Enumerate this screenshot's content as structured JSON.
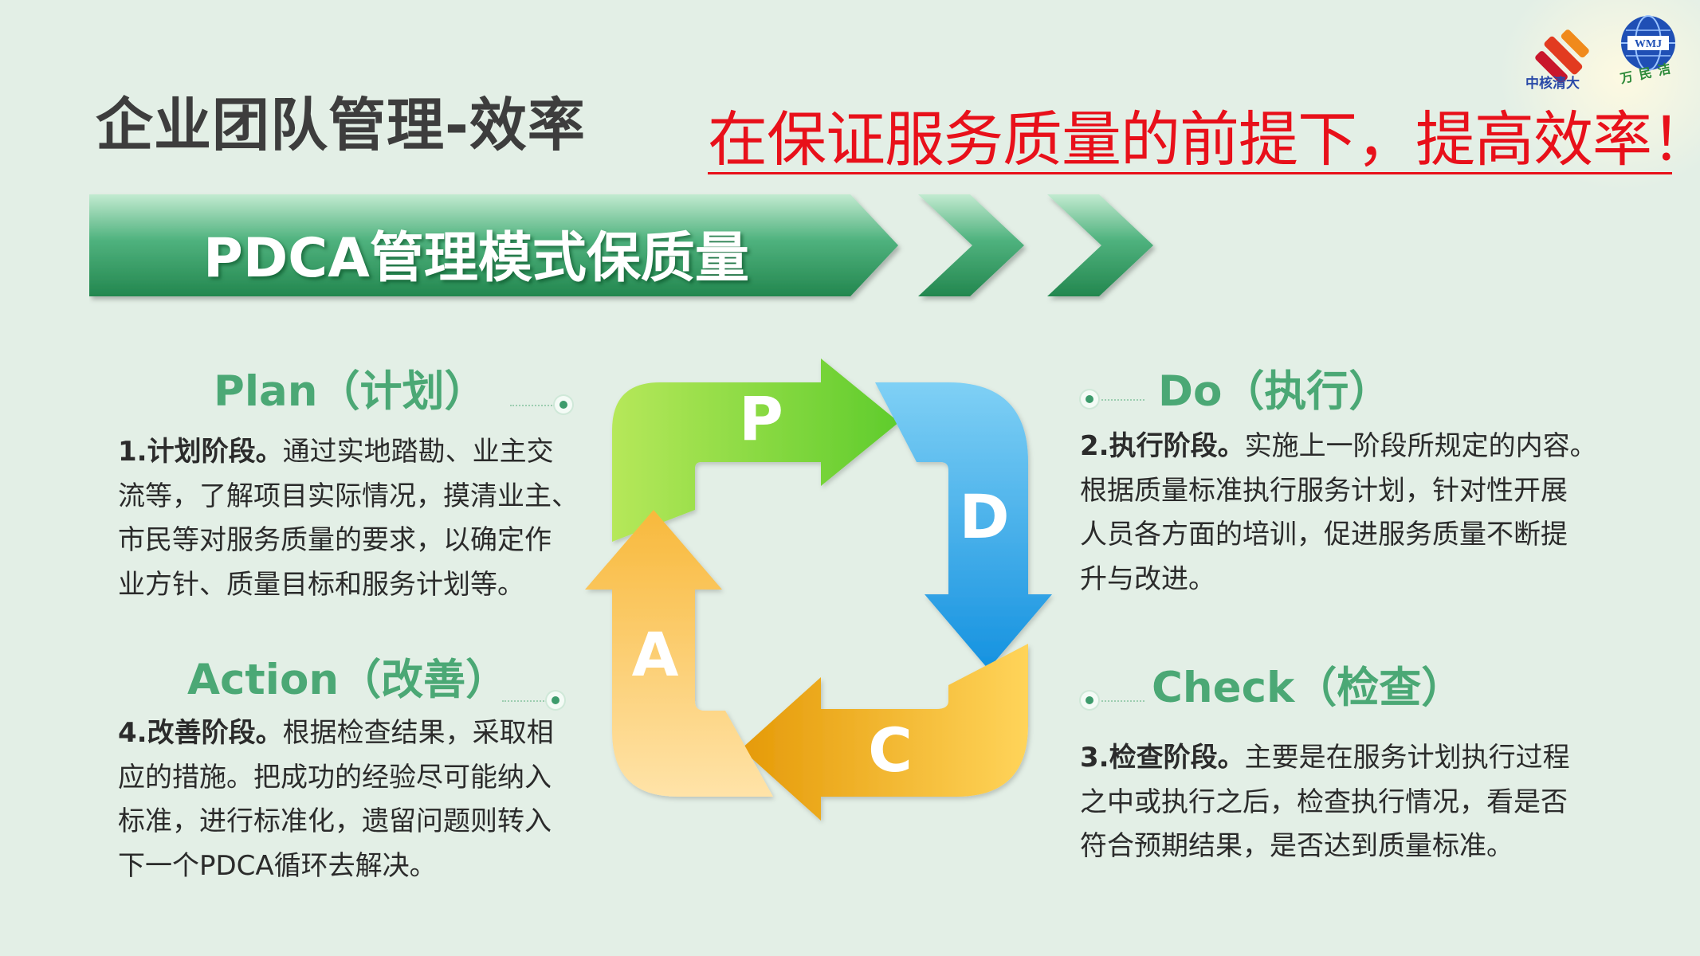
{
  "title": "企业团队管理-效率",
  "slogan": "在保证服务质量的前提下，提高效率！",
  "logos": {
    "left_label": "中核清大",
    "right_mark": "WMJ",
    "right_label": "万民洁"
  },
  "banner": {
    "text": "PDCA管理模式保质量"
  },
  "cycle": {
    "p": "P",
    "d": "D",
    "c": "C",
    "a": "A",
    "colors": {
      "p": "#73d13a",
      "d": "#1e9fe6",
      "c": "#f0a612",
      "a": "#f7c65a"
    }
  },
  "plan": {
    "heading": "Plan（计划）",
    "lead": "1.计划阶段。",
    "lines": [
      "通过实地踏勘、业主交",
      "流等，了解项目实际情况，摸清业主、",
      "市民等对服务质量的要求，以确定作",
      "业方针、质量目标和服务计划等。"
    ]
  },
  "do": {
    "heading": "Do（执行）",
    "lead": "2.执行阶段。",
    "lines": [
      "实施上一阶段所规定的内容。",
      "根据质量标准执行服务计划，针对性开展",
      "人员各方面的培训，促进服务质量不断提",
      "升与改进。"
    ]
  },
  "check": {
    "heading": "Check（检查）",
    "lead": "3.检查阶段。",
    "lines": [
      "主要是在服务计划执行过程",
      "之中或执行之后，检查执行情况，看是否",
      "符合预期结果，是否达到质量标准。"
    ]
  },
  "action": {
    "heading": "Action（改善）",
    "lead": "4.改善阶段。",
    "lines": [
      "根据检查结果，采取相",
      "应的措施。把成功的经验尽可能纳入",
      "标准，进行标准化，遗留问题则转入",
      "下一个PDCA循环去解决。"
    ]
  },
  "accent": "#4ba875"
}
